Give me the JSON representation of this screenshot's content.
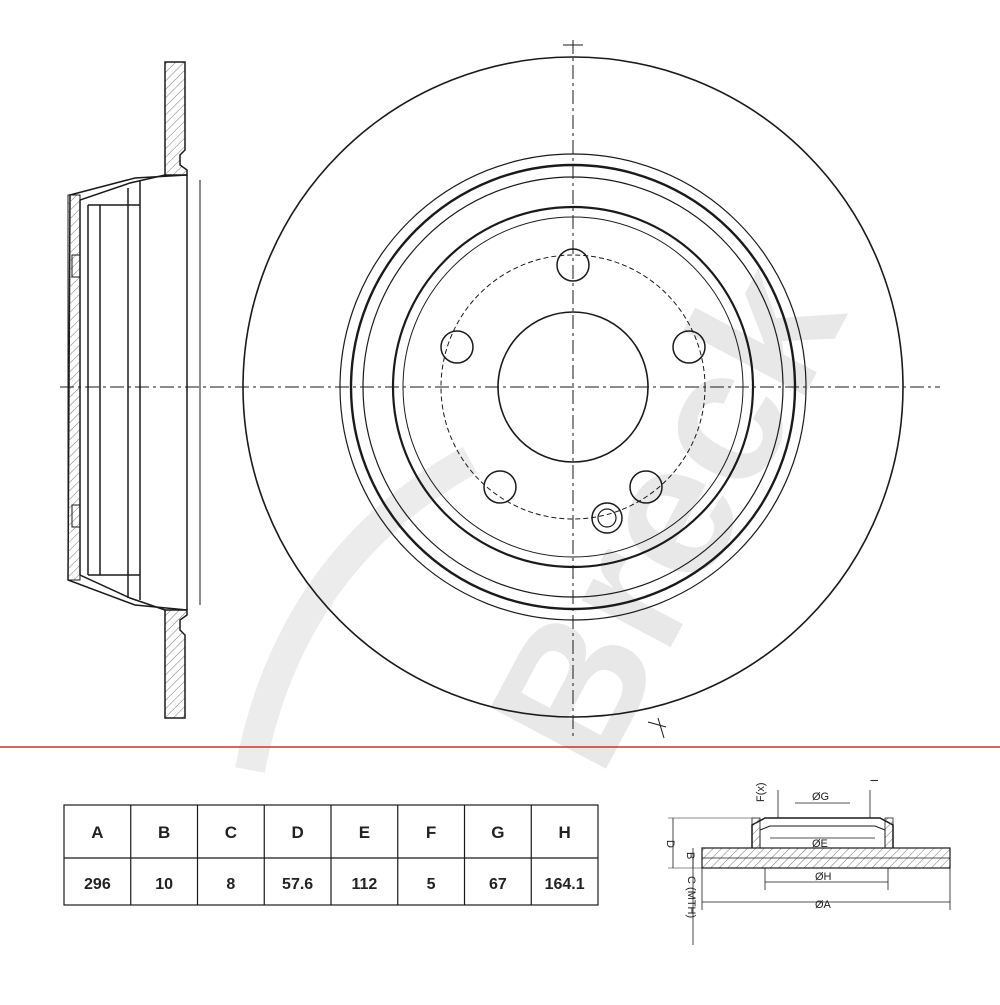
{
  "watermark": "Breck",
  "spec_table": {
    "headers": [
      "A",
      "B",
      "C",
      "D",
      "E",
      "F",
      "G",
      "H"
    ],
    "values": [
      "296",
      "10",
      "8",
      "57.6",
      "112",
      "5",
      "67",
      "164.1"
    ]
  },
  "section_labels": {
    "f": "F(x)",
    "g": "ØG",
    "i": "I",
    "e": "ØE",
    "h": "ØH",
    "a": "ØA",
    "d": "D",
    "b": "B",
    "c": "C (MTH)"
  },
  "colors": {
    "line": "#1a1a1a",
    "separator": "#c0392b",
    "watermark": "#e6e6e6"
  }
}
